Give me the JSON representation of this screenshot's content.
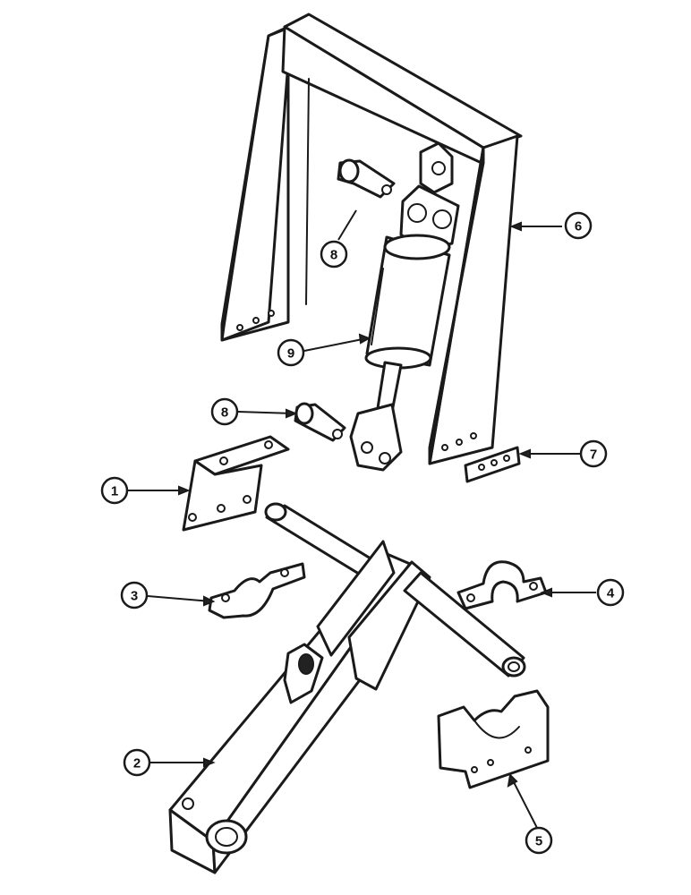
{
  "callouts": [
    {
      "id": "1",
      "part": "mounting-bracket"
    },
    {
      "id": "2",
      "part": "lift-arm"
    },
    {
      "id": "3",
      "part": "strap-clamp"
    },
    {
      "id": "4",
      "part": "saddle-cap"
    },
    {
      "id": "5",
      "part": "saddle-bracket"
    },
    {
      "id": "6",
      "part": "frame"
    },
    {
      "id": "7",
      "part": "plate"
    },
    {
      "id": "8a",
      "label": "8",
      "part": "upper-pin"
    },
    {
      "id": "8b",
      "label": "8",
      "part": "lower-pin"
    },
    {
      "id": "9",
      "part": "hydraulic-cylinder"
    }
  ],
  "labels": {
    "c1": "1",
    "c2": "2",
    "c3": "3",
    "c4": "4",
    "c5": "5",
    "c6": "6",
    "c7": "7",
    "c8a": "8",
    "c8b": "8",
    "c9": "9"
  },
  "colors": {
    "line": "#1a1a1a",
    "background": "#ffffff",
    "shade": "#222222"
  }
}
